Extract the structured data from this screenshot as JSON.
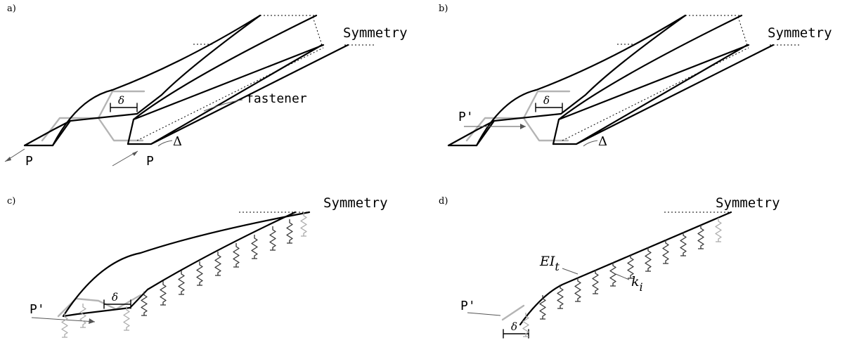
{
  "panels": [
    {
      "id": "a",
      "label": "a)",
      "symmetry": "Symmetry",
      "delta": "δ",
      "fastener": "fastener",
      "Delta": "Δ",
      "load_left": "P",
      "load_right": "P"
    },
    {
      "id": "b",
      "label": "b)",
      "symmetry": "Symmetry",
      "delta": "δ",
      "Delta": "Δ",
      "load": "P'"
    },
    {
      "id": "c",
      "label": "c)",
      "symmetry": "Symmetry",
      "delta": "δ",
      "load": "P'"
    },
    {
      "id": "d",
      "label": "d)",
      "symmetry": "Symmetry",
      "delta": "δ",
      "load": "P'",
      "stiffness": "EI",
      "stiffness_sub": "t",
      "spring": "k",
      "spring_sub": "i"
    }
  ]
}
